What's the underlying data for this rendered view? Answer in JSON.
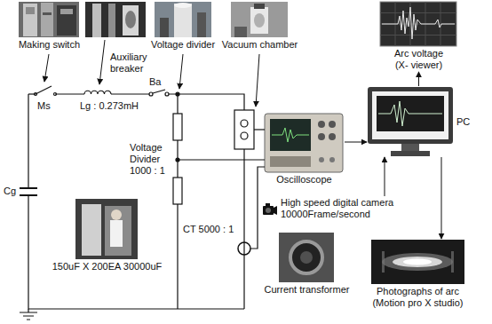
{
  "diagram": {
    "nodes": [
      {
        "text": [
          "Making switch"
        ]
      },
      {
        "text": [
          "Voltage divider"
        ]
      },
      {
        "text": [
          "Vacuum chamber"
        ]
      },
      {
        "text": [
          "Arc voltage (X- viewer)"
        ]
      },
      {
        "text": [
          "Oscilloscope"
        ]
      },
      {
        "text": [
          "PC"
        ]
      },
      {
        "text": [
          "150uF X 200EA 30000uF"
        ]
      },
      {
        "text": [
          "High speed digital camera 10000Frame/second"
        ]
      },
      {
        "text": [
          "Current transformer"
        ]
      },
      {
        "text": [
          "Photographs of arc (Motion pro X studio)"
        ]
      }
    ],
    "edges": [
      {
        "from": 7,
        "to": 5,
        "arrow": "to"
      },
      {
        "from": 4,
        "to": 5,
        "arrow": "to"
      },
      {
        "from": 5,
        "to": 3,
        "arrow": "to"
      },
      {
        "from": 5,
        "to": 9,
        "arrow": "to"
      }
    ],
    "labels": [
      "Ms",
      "Lg : 0.273mH",
      "Auxiliary breaker",
      "Ba",
      "Voltage Divider 1000 : 1",
      "Cg",
      "CT 5000 : 1"
    ]
  }
}
